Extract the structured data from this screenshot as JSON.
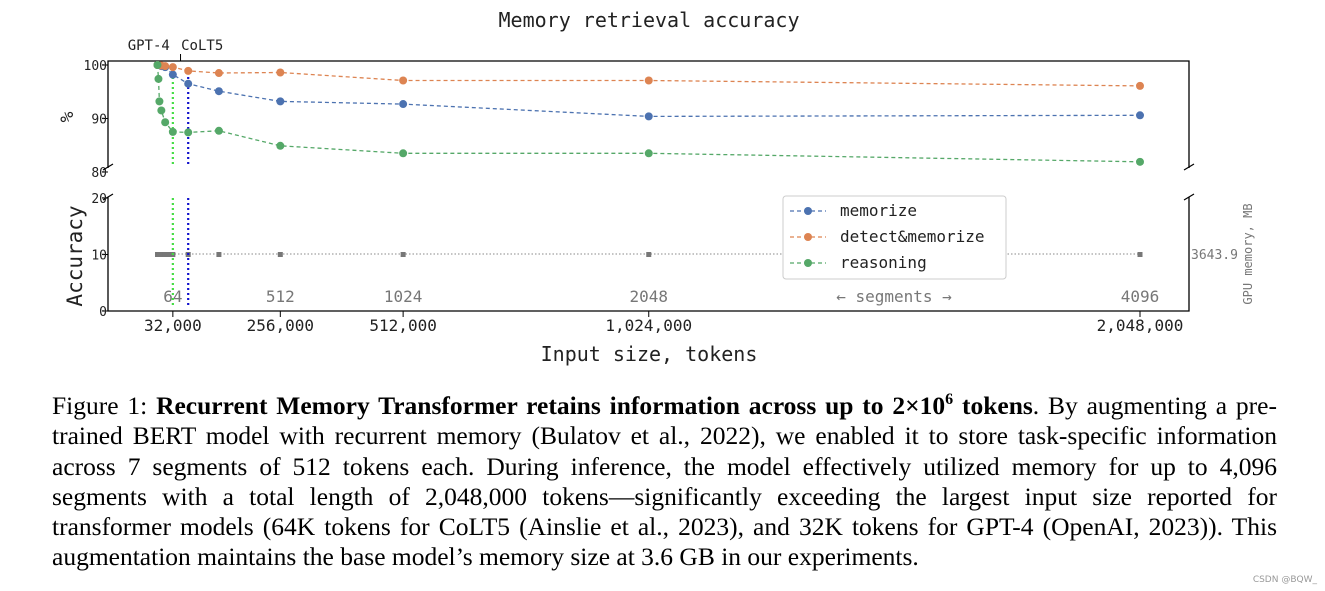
{
  "chart_data": {
    "type": "line",
    "title": "Memory retrieval accuracy",
    "xlabel": "Input size, tokens",
    "ylabel_top": "%",
    "ylabel_bottom": "Accuracy",
    "right_axis_label": "GPU memory, MB",
    "memory_value_label": "3643.9",
    "memory_value": 3643.9,
    "segments_axis_label": "← segments →",
    "x_ticks": [
      {
        "value": 32000,
        "label": "32,000"
      },
      {
        "value": 256000,
        "label": "256,000"
      },
      {
        "value": 512000,
        "label": "512,000"
      },
      {
        "value": 1024000,
        "label": "1,024,000"
      },
      {
        "value": 2048000,
        "label": "2,048,000"
      }
    ],
    "segment_ticks": [
      {
        "tokens": 32000,
        "label": "64"
      },
      {
        "tokens": 256000,
        "label": "512"
      },
      {
        "tokens": 512000,
        "label": "1024"
      },
      {
        "tokens": 1024000,
        "label": "2048"
      },
      {
        "tokens": 2048000,
        "label": "4096"
      }
    ],
    "y_top_ticks": [
      80,
      90,
      100
    ],
    "y_top_range": [
      80,
      101
    ],
    "y_bottom_ticks": [
      0,
      10,
      20
    ],
    "y_bottom_range": [
      0,
      20
    ],
    "reference_lines": [
      {
        "name": "GPT-4",
        "tokens": 32000,
        "color": "#44dd44",
        "style": "dotted"
      },
      {
        "name": "CoLT5",
        "tokens": 64000,
        "color": "#1111cc",
        "style": "dotted"
      }
    ],
    "series": [
      {
        "name": "memorize",
        "color": "#4c72b0",
        "x": [
          0,
          8000,
          16000,
          32000,
          64000,
          128000,
          256000,
          512000,
          1024000,
          2048000
        ],
        "y": [
          100,
          99.8,
          99.6,
          98.2,
          96.5,
          95.1,
          93.2,
          92.7,
          90.4,
          90.6
        ]
      },
      {
        "name": "detect&memorize",
        "color": "#dd8452",
        "x": [
          0,
          8000,
          16000,
          32000,
          64000,
          128000,
          256000,
          512000,
          1024000,
          2048000
        ],
        "y": [
          100,
          99.9,
          99.8,
          99.6,
          98.9,
          98.5,
          98.6,
          97.1,
          97.1,
          96.1
        ]
      },
      {
        "name": "reasoning",
        "color": "#55a868",
        "x": [
          0,
          2000,
          4000,
          8000,
          16000,
          32000,
          64000,
          128000,
          256000,
          512000,
          1024000,
          2048000
        ],
        "y": [
          100,
          97.4,
          93.2,
          91.5,
          89.3,
          87.5,
          87.4,
          87.7,
          84.9,
          83.5,
          83.5,
          81.9
        ]
      }
    ],
    "memory_points_x": [
      0,
      4000,
      8000,
      12000,
      16000,
      24000,
      32000,
      64000,
      128000,
      256000,
      512000,
      1024000,
      2048000
    ],
    "legend_position": "lower-right"
  },
  "caption": {
    "lead": "Figure 1: ",
    "bold": "Recurrent Memory Transformer retains information across up to 2×10",
    "bold_sup": "6",
    "bold_end": " tokens",
    "body": ". By augmenting a pre-trained BERT model with recurrent memory (Bulatov et al., 2022), we enabled it to store task-specific information across 7 segments of 512 tokens each. During inference, the model effectively utilized memory for up to 4,096 segments with a total length of 2,048,000 tokens—significantly exceeding the largest input size reported for transformer models (64K tokens for CoLT5 (Ainslie et al., 2023), and 32K tokens for GPT-4 (OpenAI, 2023)). This augmentation maintains the base model’s memory size at 3.6 GB in our experiments."
  },
  "watermark": "CSDN @BQW_"
}
